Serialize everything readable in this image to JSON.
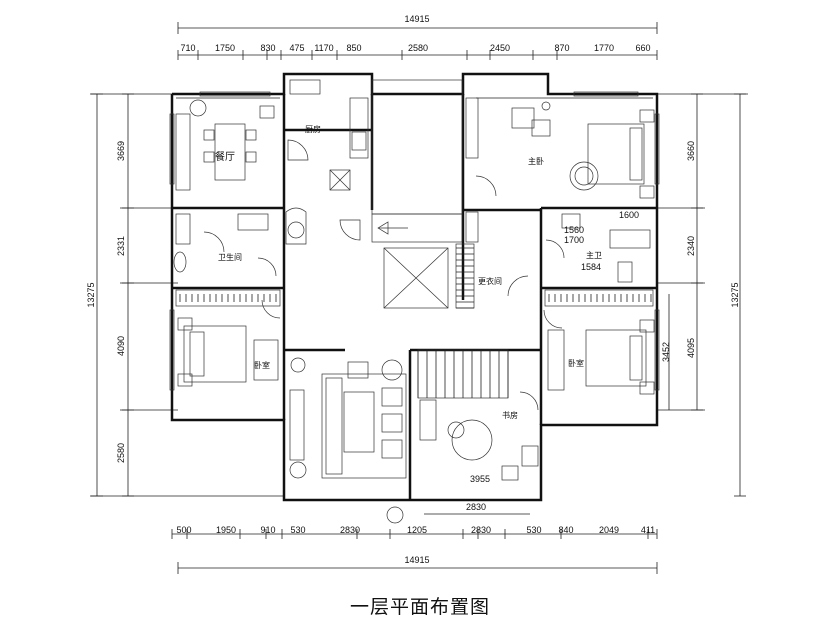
{
  "title": "一层平面布置图",
  "dimensions": {
    "top_total": "14915",
    "top_segments": [
      "710",
      "1750",
      "830",
      "475",
      "1170",
      "850",
      "2580",
      "2450",
      "870",
      "1770",
      "660"
    ],
    "bottom_total": "14915",
    "bottom_segments": [
      "500",
      "1950",
      "910",
      "530",
      "2830",
      "1205",
      "2830",
      "530",
      "840",
      "2049",
      "411"
    ],
    "left_total": "13275",
    "left_segments": [
      "3669",
      "2331",
      "4090",
      "2580"
    ],
    "right_total": "13275",
    "right_segments": [
      "3660",
      "2340",
      "4095"
    ],
    "right_extra": "3452",
    "inner": [
      "1600",
      "1560",
      "1700",
      "1584",
      "3955",
      "2830"
    ]
  },
  "rooms": {
    "dining": "餐厅",
    "kitchen": "厨房",
    "master_bedroom": "主卧",
    "bathroom": "卫生间",
    "master_bath": "主卫",
    "closet": "更衣间",
    "bedroom_left": "卧室",
    "bedroom_right": "卧室",
    "study": "书房"
  },
  "colors": {
    "line": "#111111",
    "background": "#ffffff"
  }
}
